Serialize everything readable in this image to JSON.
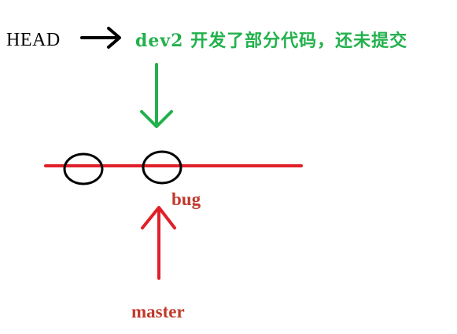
{
  "labels": {
    "head": "HEAD",
    "dev2": "dev2 开发了部分代码，还未提交",
    "bug": "bug",
    "master": "master"
  },
  "colors": {
    "head": "#000000",
    "dev2": "#22b14c",
    "branch": "#e0202a",
    "text_red": "#c0392b",
    "commit": "#000000"
  }
}
